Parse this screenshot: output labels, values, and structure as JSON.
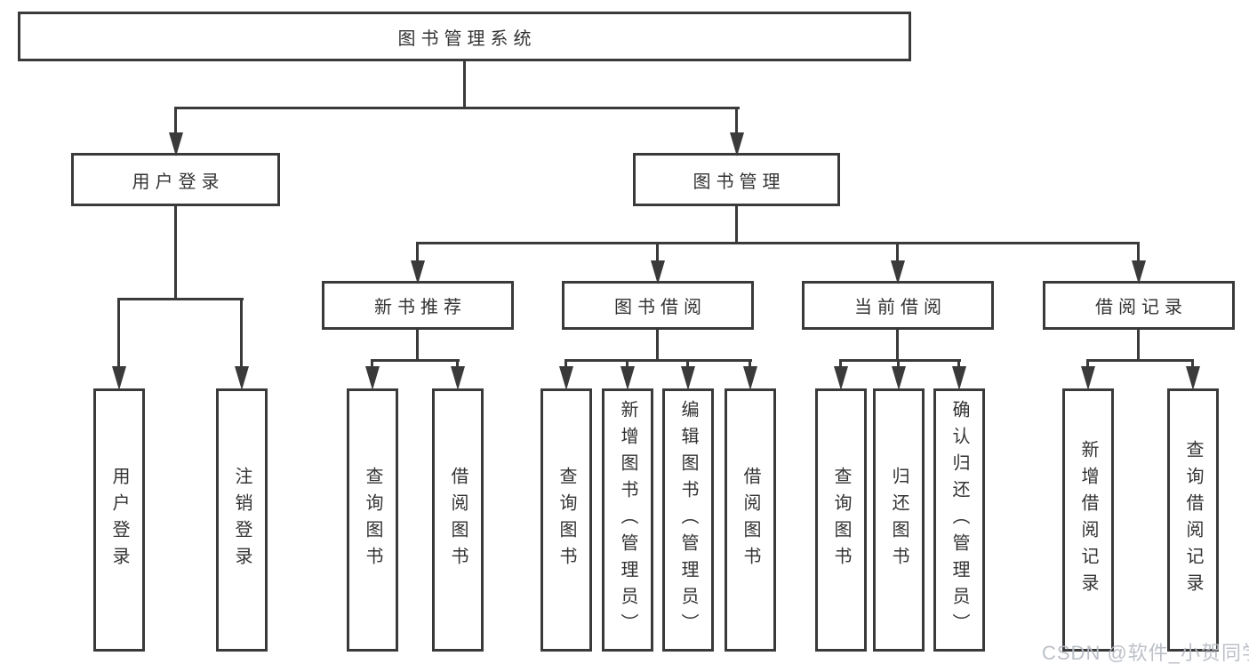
{
  "diagram_title": "图书管理系统",
  "tree": {
    "root": {
      "label": "图书管理系统"
    },
    "children": [
      {
        "label": "用户登录",
        "children": [
          {
            "label": "用户登录"
          },
          {
            "label": "注销登录"
          }
        ]
      },
      {
        "label": "图书管理",
        "children": [
          {
            "label": "新书推荐",
            "children": [
              {
                "label": "查询图书"
              },
              {
                "label": "借阅图书"
              }
            ]
          },
          {
            "label": "图书借阅",
            "children": [
              {
                "label": "查询图书"
              },
              {
                "label": "新增图书（管理员）"
              },
              {
                "label": "编辑图书（管理员）"
              },
              {
                "label": "借阅图书"
              }
            ]
          },
          {
            "label": "当前借阅",
            "children": [
              {
                "label": "查询图书"
              },
              {
                "label": "归还图书"
              },
              {
                "label": "确认归还（管理员）"
              }
            ]
          },
          {
            "label": "借阅记录",
            "children": [
              {
                "label": "新增借阅记录"
              },
              {
                "label": "查询借阅记录"
              }
            ]
          }
        ]
      }
    ]
  },
  "watermark": "CSDN @软件_小贺同学",
  "colors": {
    "line": "#3a3a3a",
    "text": "#333333",
    "background": "#ffffff",
    "watermark": "#b9bdc5"
  }
}
